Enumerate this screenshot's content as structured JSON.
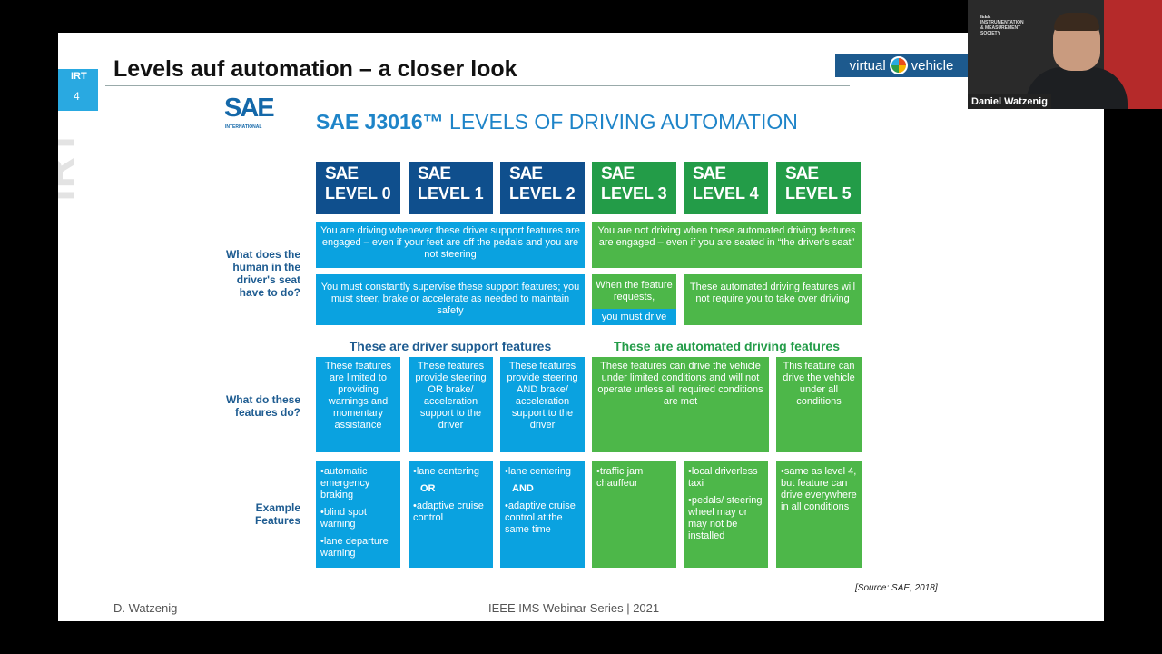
{
  "slide": {
    "title": "Levels auf automation – a closer look",
    "irt_small": "IRT",
    "irt_big": "IRT",
    "page_number": "4",
    "logo_text": "virtual",
    "logo_text2": "vehicle",
    "footer_left": "D. Watzenig",
    "footer_center": "IEEE IMS Webinar Series | 2021",
    "source": "[Source: SAE, 2018]"
  },
  "chart": {
    "sae_logo": "SAE",
    "sae_intl": "INTERNATIONAL",
    "title_bold": "SAE J3016™",
    "title_rest": " LEVELS OF DRIVING AUTOMATION",
    "levels": [
      {
        "brand": "SAE",
        "label": "LEVEL 0"
      },
      {
        "brand": "SAE",
        "label": "LEVEL 1"
      },
      {
        "brand": "SAE",
        "label": "LEVEL 2"
      },
      {
        "brand": "SAE",
        "label": "LEVEL 3"
      },
      {
        "brand": "SAE",
        "label": "LEVEL 4"
      },
      {
        "brand": "SAE",
        "label": "LEVEL 5"
      }
    ],
    "row_labels": {
      "human": "What does the human in the driver's seat have to do?",
      "features": "What do these features do?",
      "examples": "Example Features"
    },
    "driving_blue": "You are driving whenever these driver support features are engaged – even if your feet are off the pedals and you are not steering",
    "driving_green": "You are not driving when these automated driving features are engaged – even if you are seated in “the driver's seat”",
    "supervise_blue": "You must constantly supervise these support features; you must steer, brake or accelerate as needed to maintain safety",
    "l3_request": "When the feature requests,",
    "l3_drive": "you must drive",
    "l45_take": "These automated driving features will not require you to take over driving",
    "support_heading": "These are driver support features",
    "automated_heading": "These are automated driving features",
    "what_do": [
      "These features are limited to providing warnings and momentary assistance",
      "These features provide steering OR brake/ acceleration support to the driver",
      "These features provide steering AND brake/ acceleration support to the driver",
      "These features can drive the vehicle under limited conditions and will not operate unless all required conditions are met",
      "This feature can drive the vehicle under all conditions"
    ],
    "examples": {
      "l0": [
        "•automatic emergency braking",
        "•blind spot warning",
        "•lane departure warning"
      ],
      "l1": [
        "•lane centering",
        "OR",
        "•adaptive cruise control"
      ],
      "l2": [
        "•lane centering",
        "AND",
        "•adaptive cruise control at the same time"
      ],
      "l3": [
        "•traffic jam chauffeur"
      ],
      "l4": [
        "•local driverless taxi",
        "•pedals/ steering wheel may or may not be installed"
      ],
      "l5": [
        "•same as level 4, but feature can drive everywhere in all conditions"
      ]
    },
    "colors": {
      "dark_blue": "#0f4f8d",
      "light_blue": "#0aa2e0",
      "dark_green": "#239c48",
      "light_green": "#4db749"
    }
  },
  "video": {
    "org_line1": "IEEE",
    "org_line2": "INSTRUMENTATION",
    "org_line3": "& MEASUREMENT",
    "org_line4": "SOCIETY",
    "participant_name": "Daniel Watzenig"
  }
}
